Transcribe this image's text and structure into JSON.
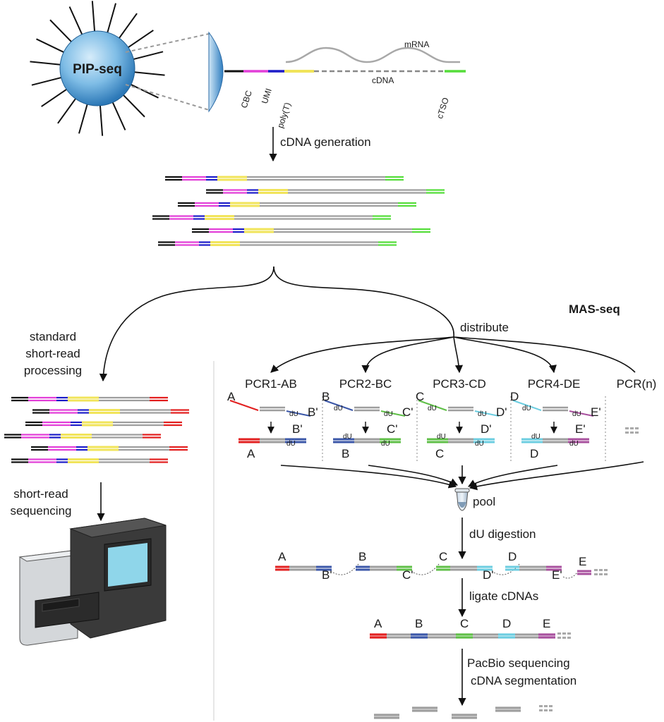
{
  "bead": {
    "title": "PIP-seq",
    "labels": {
      "cbc": "CBC",
      "umi": "UMI",
      "polyt": "poly(T)",
      "cdna": "cDNA",
      "ctso": "cTSO",
      "mrna": "mRNA"
    }
  },
  "steps": {
    "cdna_generation": "cDNA generation",
    "standard_line1": "standard",
    "standard_line2": "short-read",
    "standard_line3": "processing",
    "short_read_line1": "short-read",
    "short_read_line2": "sequencing",
    "mas_seq": "MAS-seq",
    "distribute": "distribute",
    "pool": "pool",
    "du_digestion": "dU digestion",
    "ligate": "ligate cDNAs",
    "pacbio_line1": "PacBio sequencing",
    "pacbio_line2": "cDNA segmentation"
  },
  "pcr_reactions": [
    {
      "name": "PCR1-AB",
      "left_primer": "A",
      "right_primer": "B'",
      "left_product": "A",
      "right_product": "B'"
    },
    {
      "name": "PCR2-BC",
      "left_primer": "B",
      "right_primer": "C'",
      "left_product": "B",
      "right_product": "C'"
    },
    {
      "name": "PCR3-CD",
      "left_primer": "C",
      "right_primer": "D'",
      "left_product": "C",
      "right_product": "D'"
    },
    {
      "name": "PCR4-DE",
      "left_primer": "D",
      "right_primer": "E'",
      "left_product": "D",
      "right_product": "E'"
    },
    {
      "name": "PCR(n)"
    }
  ],
  "du_label": "dU",
  "digested": [
    "A",
    "B'",
    "B",
    "C'",
    "C",
    "D'",
    "D",
    "E'",
    "E"
  ],
  "ligated": [
    "A",
    "B",
    "C",
    "D",
    "E"
  ],
  "colors": {
    "cbc": "#e23fd8",
    "umi": "#1c1cc8",
    "polyt": "#f1e45a",
    "ctso": "#55dd3a",
    "adapter_red": "#e22020",
    "seg_A": "#e22020",
    "seg_B": "#3b57a8",
    "seg_C": "#5fbf47",
    "seg_D": "#6ccde0",
    "seg_E": "#a8509e",
    "strand_gray": "#9e9e9e"
  }
}
